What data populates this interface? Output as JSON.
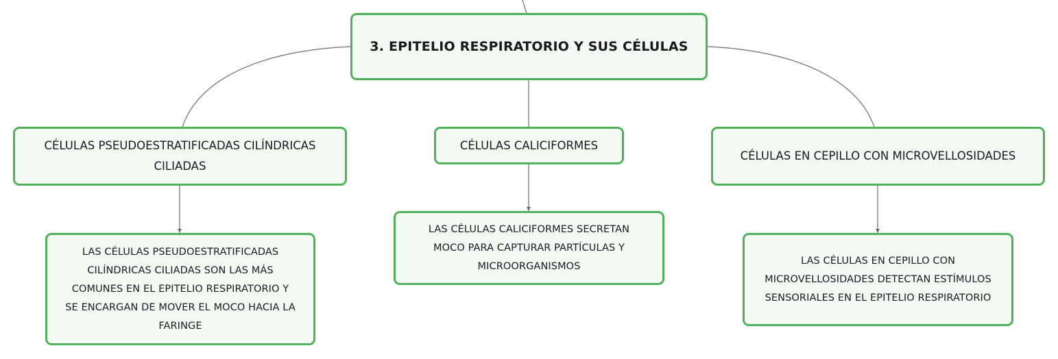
{
  "diagram": {
    "root": {
      "label": "3. EPITELIO RESPIRATORIO Y SUS CÉLULAS"
    },
    "branches": [
      {
        "label": "CÉLULAS PSEUDOESTRATIFICADAS CILÍNDRICAS\nCILIADAS",
        "detail": "LAS CÉLULAS PSEUDOESTRATIFICADAS\nCILÍNDRICAS CILIADAS SON LAS MÁS\nCOMUNES EN EL EPITELIO RESPIRATORIO Y\nSE ENCARGAN DE MOVER EL MOCO HACIA LA\nFARINGE"
      },
      {
        "label": "CÉLULAS CALICIFORMES",
        "detail": "LAS CÉLULAS CALICIFORMES SECRETAN\nMOCO PARA CAPTURAR PARTÍCULAS Y\nMICROORGANISMOS"
      },
      {
        "label": "CÉLULAS EN CEPILLO CON MICROVELLOSIDADES",
        "detail": "LAS CÉLULAS EN CEPILLO CON\nMICROVELLOSIDADES DETECTAN ESTÍMULOS\nSENSORIALES EN EL EPITELIO RESPIRATORIO"
      }
    ],
    "colors": {
      "node_border": "#4fb25a",
      "node_fill": "#f3faf4",
      "connector": "#6b6b6b",
      "text": "#1a1a1a"
    }
  }
}
